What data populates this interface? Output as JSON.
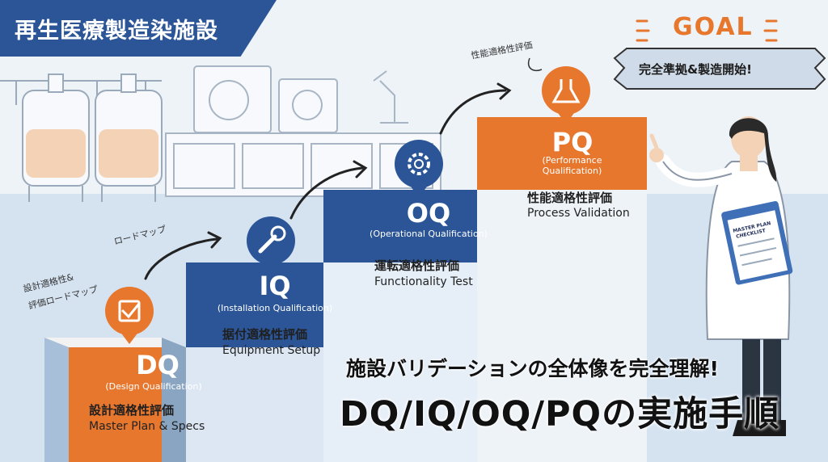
{
  "header": {
    "facility": "再生医療製造染施設"
  },
  "goal": {
    "title": "GOAL",
    "ribbon": "完全準拠&製造開始!"
  },
  "annotations": {
    "design_roadmap": [
      "設計適格性&",
      "評価ロードマップ"
    ],
    "roadmap": "ロードマップ",
    "pq_note": "性能適格性評価"
  },
  "steps": [
    {
      "code": "DQ",
      "qualification": "(Design Qualification)",
      "ja": "設計適格性評価",
      "en": "Master Plan & Specs",
      "icon": "checkbox-icon"
    },
    {
      "code": "IQ",
      "qualification": "(Installation Qualification)",
      "ja": "据付適格性評価",
      "en": "Equipment Setup",
      "icon": "wrench-icon"
    },
    {
      "code": "OQ",
      "qualification": "(Operational Qualification)",
      "ja": "運転適格性評価",
      "en": "Functionality Test",
      "icon": "gear-icon"
    },
    {
      "code": "PQ",
      "qualification": [
        "(Performance",
        "Qualification)"
      ],
      "ja": "性能適格性評価",
      "en": "Process Validation",
      "icon": "flask-icon"
    }
  ],
  "title": {
    "line1": "施設バリデーションの全体像を完全理解!",
    "line2": "DQ/IQ/OQ/PQの実施手順"
  },
  "clipboard": [
    "MASTER PLAN",
    "CHECKLIST"
  ],
  "colors": {
    "orange": "#e8772e",
    "blue": "#2b5597",
    "blue_dark": "#1f3f78"
  }
}
